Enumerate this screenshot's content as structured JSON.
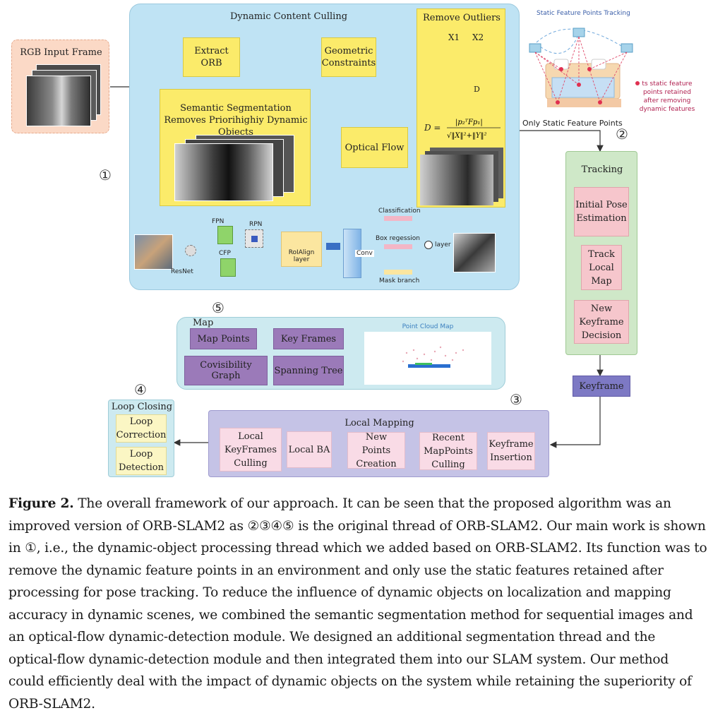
{
  "input": {
    "title": "RGB Input Frame"
  },
  "dynamic": {
    "title": "Dynamic Content Culling",
    "extract_orb": "Extract ORB",
    "geometric": "Geometric Constraints",
    "semantic": "Semantic Segmentation Removes Priorihighiy Dynamic Objects",
    "optical_flow": "Optical Flow",
    "remove_outliers": "Remove Outliers",
    "x1": "X1",
    "x2": "X2",
    "d_label": "D",
    "formula_lhs": "D =",
    "network": {
      "fpn": "FPN",
      "cfp": "CFP",
      "rpn": "RPN",
      "resnet": "ResNet",
      "roialign": "RoIAlign layer",
      "classification": "Classification",
      "box_regression": "Box regession",
      "conv": "Conv",
      "layer": "layer",
      "mask_branch": "Mask branch"
    }
  },
  "static_tracking": {
    "title": "Static Feature Points Tracking",
    "note": "ts static feature points retained after removing dynamic features"
  },
  "only_static": "Only Static Feature Points",
  "circled": {
    "one": "①",
    "two": "②",
    "three": "③",
    "four": "④",
    "five": "⑤"
  },
  "tracking": {
    "title": "Tracking",
    "items": [
      "Initial Pose Estimation",
      "Track Local Map",
      "New Keyframe Decision"
    ]
  },
  "keyframe": "Keyframe",
  "map": {
    "title": "Map",
    "map_points": "Map Points",
    "key_frames": "Key Frames",
    "covisibility": "Covisibility Graph",
    "spanning_tree": "Spanning Tree",
    "point_cloud": "Point Cloud Map"
  },
  "local_mapping": {
    "title": "Local Mapping",
    "items": [
      "Local KeyFrames Culling",
      "Local BA",
      "New Points Creation",
      "Recent MapPoints Culling",
      "Keyframe Insertion"
    ]
  },
  "loop_closing": {
    "title": "Loop Closing",
    "items": [
      "Loop Correction",
      "Loop Detection"
    ]
  },
  "caption": {
    "label": "Figure 2.",
    "text": "The overall framework of our approach. It can be seen that the proposed algorithm was an improved version of ORB-SLAM2 as ②③④⑤ is the original thread of ORB-SLAM2. Our main work is shown in ①, i.e., the dynamic-object processing thread which we added based on ORB-SLAM2. Its function was to remove the dynamic feature points in an environment and only use the static features retained after processing for pose tracking. To reduce the influence of dynamic objects on localization and mapping accuracy in dynamic scenes, we combined the semantic segmentation method for sequential images and an optical-flow dynamic-detection module. We designed an additional segmentation thread and the optical-flow dynamic-detection module and then integrated them into our SLAM system. Our method could efficiently deal with the impact of dynamic objects on the system while retaining the superiority of ORB-SLAM2."
  },
  "colors": {
    "dynamic_panel": "#bfe3f4",
    "yellow": "#fbeb6a",
    "pink": "#f6c6cc",
    "purple": "#9b7ab9",
    "tracking_panel": "#cfe8c8",
    "local_mapping_panel": "#c5c3e6",
    "loop_panel": "#cdeaf0",
    "map_panel": "#cdeaf0",
    "input_panel": "#fbd9c6"
  }
}
